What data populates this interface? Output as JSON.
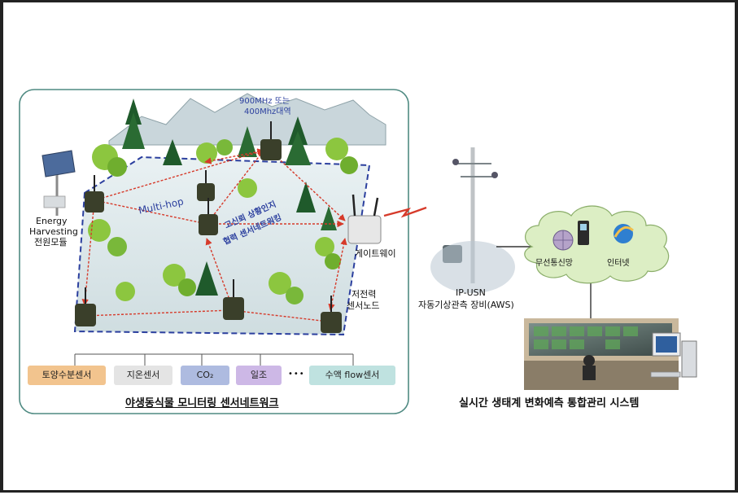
{
  "left_panel": {
    "frequency_label_1": "900MHz 또는",
    "frequency_label_2": "400Mhz대역",
    "energy_label_1": "Energy",
    "energy_label_2": "Harvesting",
    "energy_label_3": "전원모듈",
    "multihop_label": "Multi-hop",
    "situation_label_1": "고신뢰 상황인지",
    "situation_label_2": "협력 센서네트워킹",
    "gateway_label": "게이트웨이",
    "lowpower_label_1": "저전력",
    "lowpower_label_2": "센서노드",
    "sensors": [
      "토양수분센서",
      "지온센서",
      "CO₂",
      "일조",
      "수액 flow센서"
    ],
    "ellipsis": "•••",
    "caption": "야생동식물 모니터링 센서네트워크"
  },
  "right_panel": {
    "aws_label_1": "IP-USN",
    "aws_label_2": "자동기상관측 장비(AWS)",
    "wireless_label": "무선통신망",
    "internet_label": "인터넷",
    "caption": "실시간 생태계 변화예측 통합관리 시스템"
  },
  "colors": {
    "panel_border": "#4f8a82",
    "network_border": "#2b3f9e",
    "link_red": "#d63a2a",
    "sensor_soil": "#f2c48e",
    "sensor_temp": "#e4e4e4",
    "sensor_co2": "#aebbe0",
    "sensor_sun": "#cdb8e6",
    "sensor_flow": "#bfe2e0",
    "cloud": "#dceec4"
  }
}
